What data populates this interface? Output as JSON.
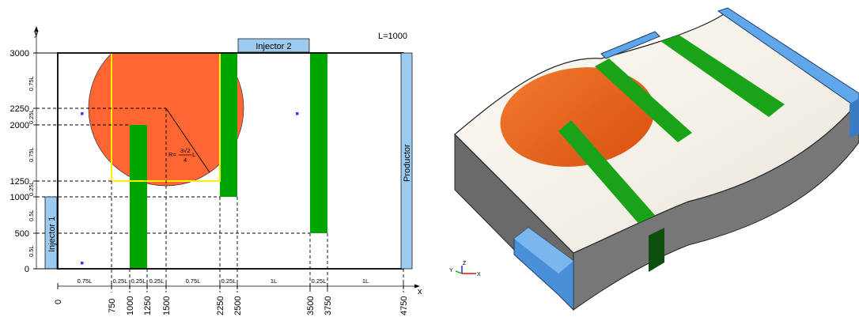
{
  "left_diagram": {
    "axis_x_label": "x",
    "axis_y_label": "y",
    "scale_note": "L=1000",
    "injector_1": "Injector 1",
    "injector_2": "Injector 2",
    "producer": "Productor",
    "radius_label": "R=",
    "radius_num": "3√2",
    "radius_den": "4",
    "radius_unit": "L",
    "y_ticks": [
      "3000",
      "2250",
      "2000",
      "1250",
      "1000",
      "500",
      "0"
    ],
    "x_ticks": [
      "0",
      "750",
      "1000",
      "1250",
      "1500",
      "2250",
      "2500",
      "3500",
      "3750",
      "4750"
    ],
    "y_dims": [
      "0.75L",
      "0.25L",
      "0.75L",
      "0.25L",
      "0.5L",
      "0.5L"
    ],
    "x_dims": [
      "0.75L",
      "0.25L",
      "0.25L",
      "0.25L",
      "0.75L",
      "0.25L",
      "1L",
      "0.25L",
      "1L"
    ]
  },
  "right_view": {
    "axis_x": "X",
    "axis_y": "Y",
    "axis_z": "Z"
  },
  "colors": {
    "fracture_green": "#00a600",
    "circle_orange": "#ff6633",
    "square_yellow": "#ffef00",
    "injector_blue": "#9dcbf0",
    "slab_top": "#f5f2ea",
    "slab_side": "#6a6a6a"
  }
}
